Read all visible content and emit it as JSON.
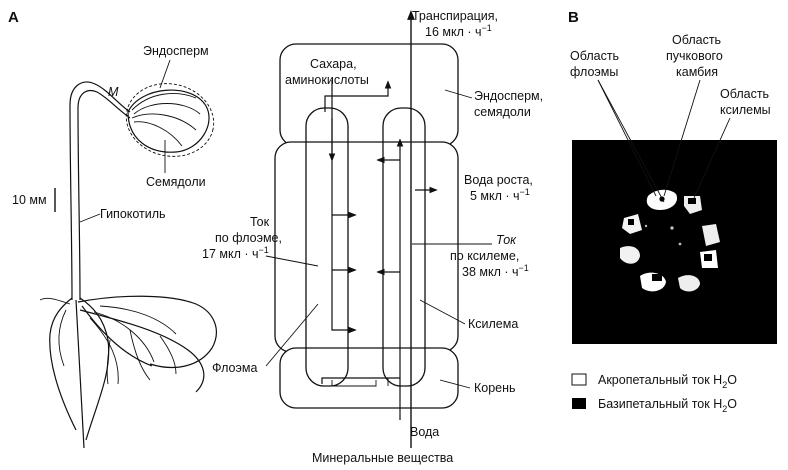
{
  "panels": {
    "a": "А",
    "b": "В"
  },
  "seedling": {
    "endosperm": "Эндосперм",
    "mark_m": "М",
    "cotyledons": "Семядоли",
    "scale": "10 мм",
    "hypocotyl": "Гипокотиль"
  },
  "schematic": {
    "transpiration_1": "Транспирация,",
    "transpiration_2": "16 мкл · ч",
    "transpiration_sup": "−1",
    "sugars_1": "Сахара,",
    "sugars_2": "аминокислоты",
    "endo_cot_1": "Эндосперм,",
    "endo_cot_2": "семядоли",
    "growth_water_1": "Вода роста,",
    "growth_water_2": "5 мкл · ч",
    "growth_water_sup": "−1",
    "phloem_flow_1": "Ток",
    "phloem_flow_2": "по флоэме,",
    "phloem_flow_3": "17 мкл · ч",
    "phloem_flow_sup": "−1",
    "xylem_flow_1": "Ток",
    "xylem_flow_2": "по ксилеме,",
    "xylem_flow_3": "38 мкл · ч",
    "xylem_flow_sup": "−1",
    "xylem": "Ксилема",
    "phloem": "Флоэма",
    "root": "Корень",
    "water": "Вода",
    "minerals": "Минеральные вещества"
  },
  "section": {
    "phloem_area_1": "Область",
    "phloem_area_2": "флоэмы",
    "cambium_area_1": "Область",
    "cambium_area_2": "пучкового",
    "cambium_area_3": "камбия",
    "xylem_area_1": "Область",
    "xylem_area_2": "ксилемы"
  },
  "legend": {
    "acropetal": "Акропетальный ток H",
    "acropetal_sub": "2",
    "acropetal_end": "O",
    "basipetal": "Базипетальный ток H",
    "basipetal_sub": "2",
    "basipetal_end": "O"
  }
}
